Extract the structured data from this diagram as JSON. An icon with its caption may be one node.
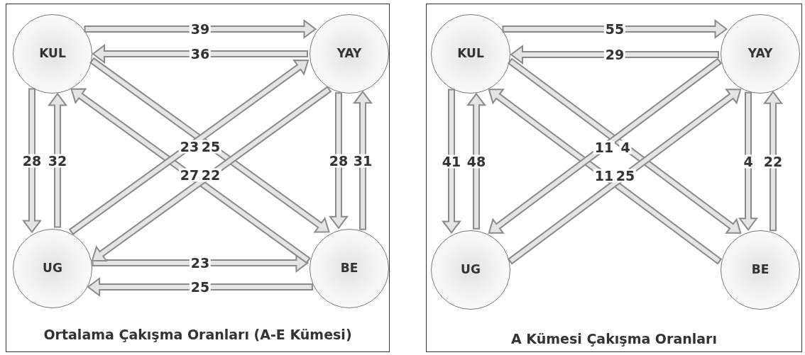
{
  "diagram": {
    "nodes": [
      {
        "text": [
          "Ortalama Çakışma Oranları (A-E Kümesi)"
        ]
      },
      {
        "text": [
          "KUL"
        ],
        "in": 0
      },
      {
        "text": [
          "YAY"
        ],
        "in": 0
      },
      {
        "text": [
          "UG"
        ],
        "in": 0
      },
      {
        "text": [
          "BE"
        ],
        "in": 0
      },
      {
        "text": [
          "A Kümesi Çakışma Oranları"
        ]
      },
      {
        "text": [
          "KUL"
        ],
        "in": 5
      },
      {
        "text": [
          "YAY"
        ],
        "in": 5
      },
      {
        "text": [
          "UG"
        ],
        "in": 5
      },
      {
        "text": [
          "BE"
        ],
        "in": 5
      }
    ],
    "edges": [
      {
        "from": 1,
        "to": 2,
        "arrow": "to",
        "label": "39"
      },
      {
        "from": 2,
        "to": 1,
        "arrow": "to",
        "label": "36"
      },
      {
        "from": 1,
        "to": 3,
        "arrow": "to",
        "label": "28"
      },
      {
        "from": 3,
        "to": 1,
        "arrow": "to",
        "label": "32"
      },
      {
        "from": 2,
        "to": 4,
        "arrow": "to",
        "label": "28"
      },
      {
        "from": 4,
        "to": 2,
        "arrow": "to",
        "label": "31"
      },
      {
        "from": 3,
        "to": 4,
        "arrow": "to",
        "label": "23"
      },
      {
        "from": 4,
        "to": 3,
        "arrow": "to",
        "label": "25"
      },
      {
        "from": 4,
        "to": 1,
        "arrow": "to",
        "label": "27"
      },
      {
        "from": 1,
        "to": 4,
        "arrow": "to",
        "label": "25"
      },
      {
        "from": 3,
        "to": 2,
        "arrow": "to",
        "label": "23"
      },
      {
        "from": 2,
        "to": 3,
        "arrow": "to",
        "label": "22"
      },
      {
        "from": 6,
        "to": 7,
        "arrow": "to",
        "label": "55"
      },
      {
        "from": 7,
        "to": 6,
        "arrow": "to",
        "label": "29"
      },
      {
        "from": 6,
        "to": 8,
        "arrow": "to",
        "label": "41"
      },
      {
        "from": 8,
        "to": 6,
        "arrow": "to",
        "label": "48"
      },
      {
        "from": 7,
        "to": 9,
        "arrow": "to",
        "label": "4"
      },
      {
        "from": 9,
        "to": 7,
        "arrow": "to",
        "label": "22"
      },
      {
        "from": 9,
        "to": 6,
        "arrow": "to",
        "label": "11"
      },
      {
        "from": 6,
        "to": 9,
        "arrow": "to",
        "label": "4"
      },
      {
        "from": 7,
        "to": 8,
        "arrow": "to",
        "label": "11"
      },
      {
        "from": 8,
        "to": 7,
        "arrow": "to",
        "label": "25"
      }
    ]
  }
}
